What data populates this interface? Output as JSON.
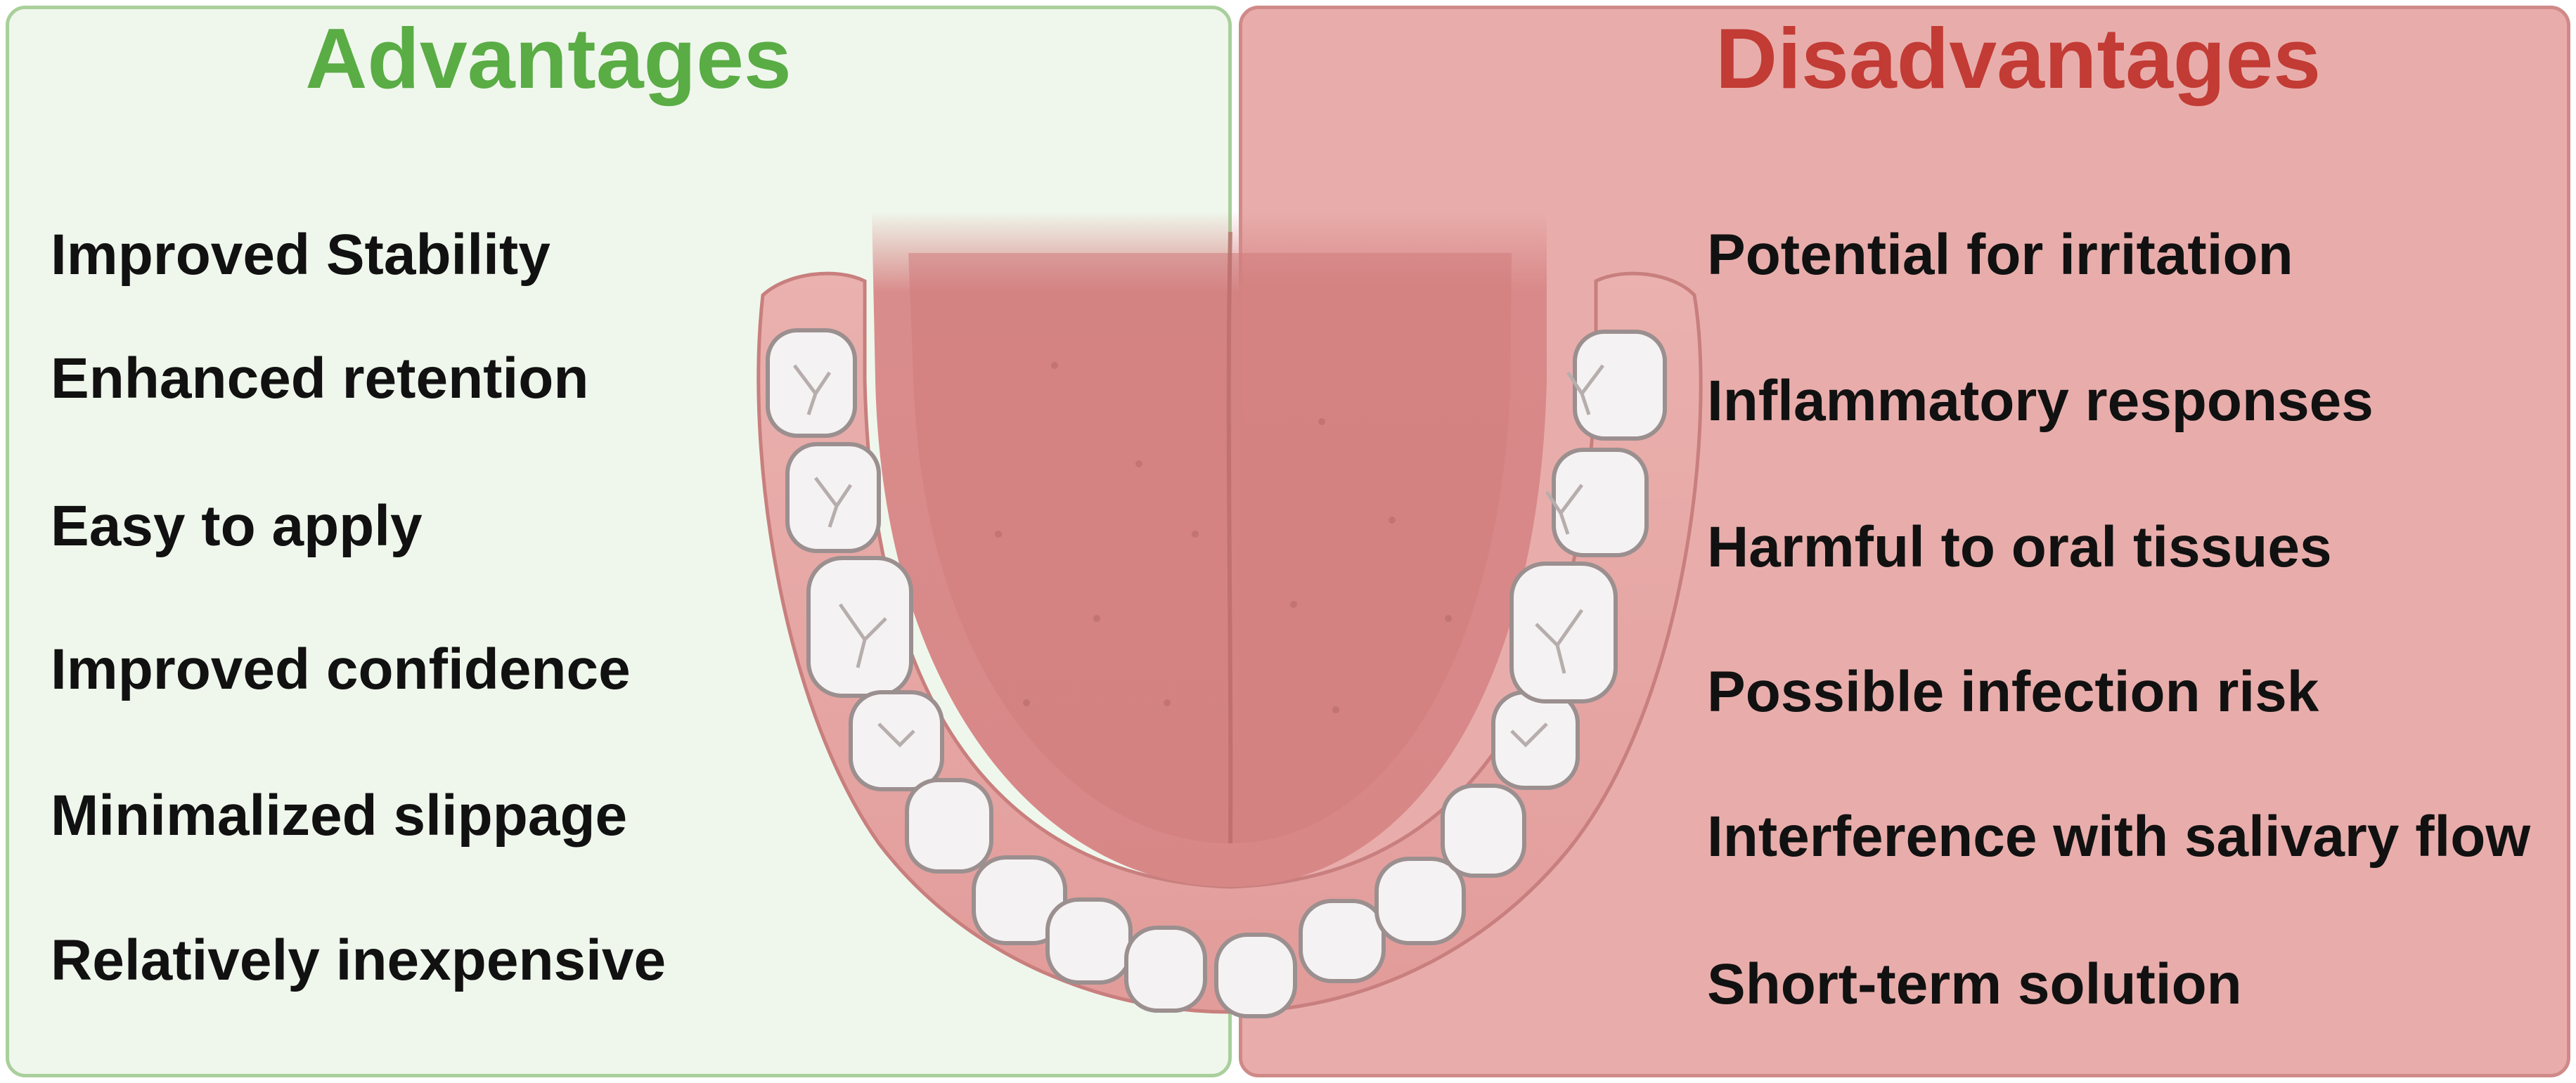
{
  "advantages": {
    "title": "Advantages",
    "items": [
      "Improved Stability",
      "Enhanced retention",
      "Easy to apply",
      "Improved confidence",
      "Minimalized slippage",
      "Relatively inexpensive"
    ]
  },
  "disadvantages": {
    "title": "Disadvantages",
    "items": [
      "Potential for irritation",
      "Inflammatory responses",
      "Harmful to oral tissues",
      "Possible infection risk",
      "Interference with salivary flow",
      "Short-term solution"
    ]
  },
  "colors": {
    "advantages_title": "#5aac45",
    "disadvantages_title": "#c23b34",
    "advantages_panel": "#eff7ec",
    "disadvantages_panel": "#e8adab",
    "gum": "#e9a4a4",
    "tongue": "#d88787",
    "tooth": "#f4f2f2"
  },
  "illustration": {
    "icon": "lower-jaw-with-tongue-and-teeth-icon"
  }
}
